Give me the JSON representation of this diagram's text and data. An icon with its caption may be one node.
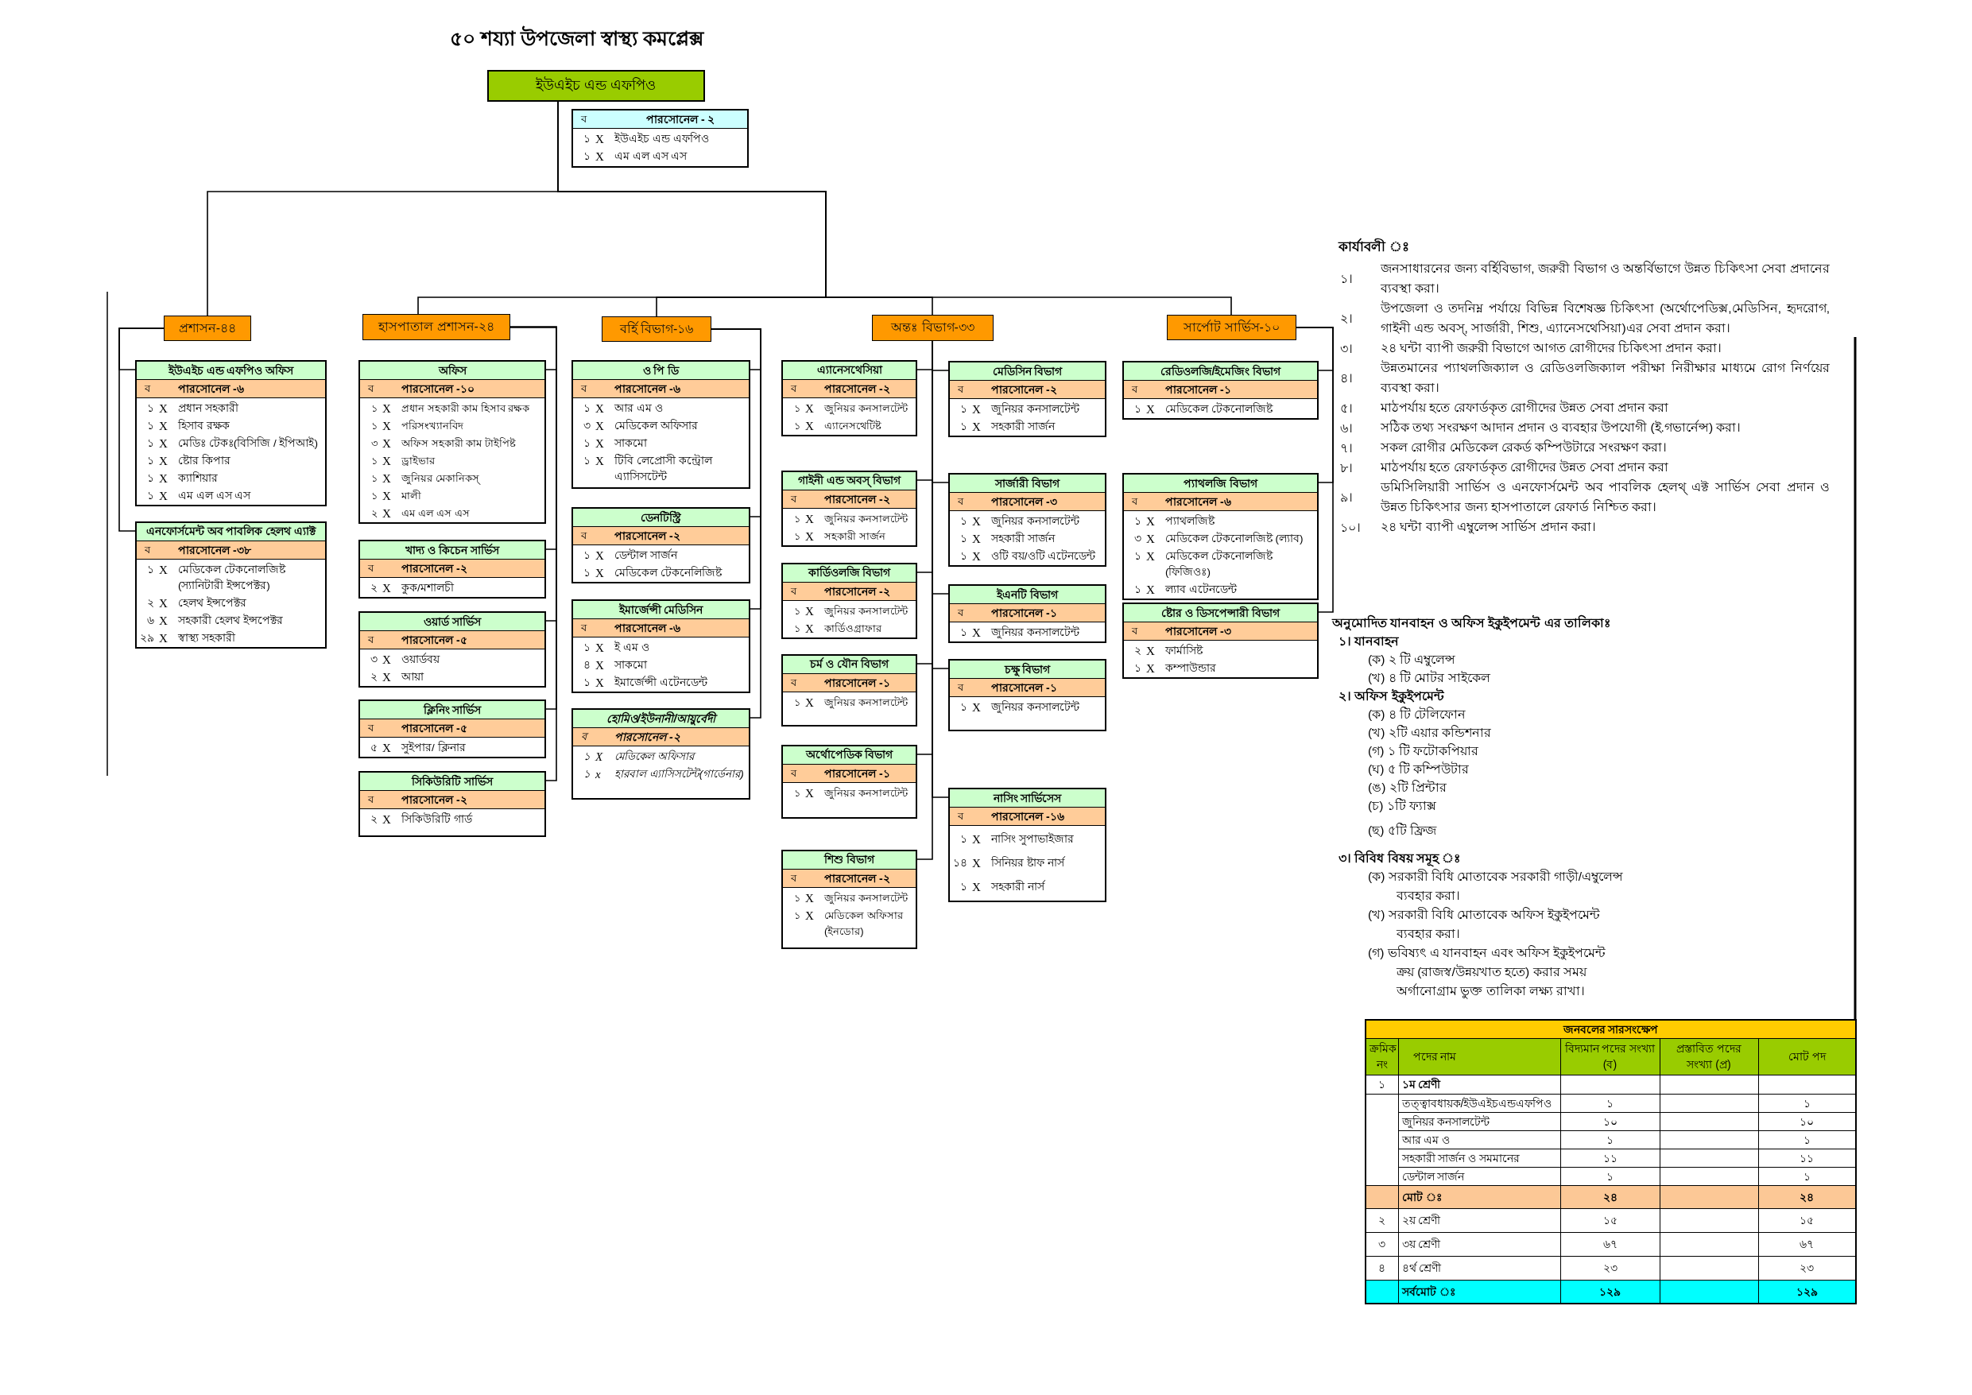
{
  "diagram": {
    "title": "৫০ শয্যা উপজেলা স্বাস্থ্য কমপ্লেক্স",
    "nodes": [
      {
        "text": [
          "ইউএইচ এন্ড এফপিও"
        ]
      },
      {
        "text": [
          "ব",
          "পারসোনেল - ২",
          "১",
          "X",
          "ইউএইচ এন্ড এফপিও",
          "১",
          "X",
          "এম এল এস এস"
        ]
      },
      {
        "text": [
          "প্রশাসন-৪৪"
        ]
      },
      {
        "text": [
          "ইউএইচ এন্ড এফপিও অফিস",
          "ব",
          "পারসোনেল -৬",
          "১",
          "X",
          "প্রধান সহকারী",
          "১",
          "X",
          "হিসাব রক্ষক",
          "১",
          "X",
          "মেডিঃ টেকঃ(বিসিজি / ইপিআই)",
          "১",
          "X",
          "ষ্টোর কিপার",
          "১",
          "X",
          "ক্যাশিয়ার",
          "১",
          "X",
          "এম এল এস এস"
        ]
      },
      {
        "text": [
          "এনফোর্সমেন্ট অব পাবলিক হেলথ এ্যাক্ট",
          "ব",
          "পারসোনেল -৩৮",
          "১",
          "X",
          "মেডিকেল টেকনোলজিষ্ট (স্যানিটারী ইন্সপেক্টর)",
          "২",
          "X",
          "হেলথ ইন্সপেক্টর",
          "৬",
          "X",
          "সহকারী হেলথ ইন্সপেক্টর",
          "২৯",
          "X",
          "স্বাস্থ্য সহকারী"
        ]
      },
      {
        "text": [
          "হাসপাতাল প্রশাসন-২৪"
        ]
      },
      {
        "text": [
          "অফিস",
          "ব",
          "পারসোনেল -১০",
          "১",
          "X",
          "প্রধান সহকারী কাম হিসাব রক্ষক",
          "১",
          "X",
          "পরিসংখ্যানবিদ",
          "৩",
          "X",
          "অফিস সহকারী কাম টাইপিষ্ট",
          "১",
          "X",
          "ড্রাইভার",
          "১",
          "X",
          "জুনিয়র মেকানিকস্",
          "১",
          "X",
          "মালী",
          "২",
          "X",
          "এম এল এস এস"
        ]
      },
      {
        "text": [
          "খাদ্য ও কিচেন সার্ভিস",
          "ব",
          "পারসোনেল -২",
          "২",
          "X",
          "কুক/মশালচী"
        ]
      },
      {
        "text": [
          "ওয়ার্ড সার্ভিস",
          "ব",
          "পারসোনেল -৫",
          "৩",
          "X",
          "ওয়ার্ডবয়",
          "২",
          "X",
          "আয়া"
        ]
      },
      {
        "text": [
          "ক্লিনিং সার্ভিস",
          "ব",
          "পারসোনেল -৫",
          "৫",
          "X",
          "সুইপার/ ক্লিনার"
        ]
      },
      {
        "text": [
          "সিকিউরিটি সার্ভিস",
          "ব",
          "পারসোনেল -২",
          "২",
          "X",
          "সিকিউরিটি গার্ড"
        ]
      },
      {
        "text": [
          "বর্হি বিভাগ-১৬"
        ]
      },
      {
        "text": [
          "ও পি ডি",
          "ব",
          "পারসোনেল -৬",
          "১",
          "X",
          "আর এম ও",
          "৩",
          "X",
          "মেডিকেল অফিসার",
          "১",
          "X",
          "সাকমো",
          "১",
          "X",
          "টিবি লেপ্রোসী কন্ট্রোল এ্যাসিসটেন্ট"
        ]
      },
      {
        "text": [
          "ডেনটিস্ট্রি",
          "ব",
          "পারসোনেল -২",
          "১",
          "X",
          "ডেন্টাল সার্জন",
          "১",
          "X",
          "মেডিকেল টেকনেলিজিষ্ট"
        ]
      },
      {
        "text": [
          "ইমার্জেন্সী মেডিসিন",
          "ব",
          "পারসোনেল -৬",
          "১",
          "X",
          "ই এম ও",
          "৪",
          "X",
          "সাকমো",
          "১",
          "X",
          "ইমার্জেন্সী এটেনডেন্ট"
        ]
      },
      {
        "text": [
          "হোমিও/ইউনানী/আয়ুর্বেদী",
          "ব",
          "পারসোনেল -২",
          "১",
          "X",
          "মেডিকেল অফিসার",
          "১",
          "x",
          "হারবাল এ্যাসিসটেন্ট(গার্ডেনার)"
        ]
      },
      {
        "text": [
          "অন্তঃ বিভাগ-৩৩"
        ]
      },
      {
        "text": [
          "এ্যানেসথেসিয়া",
          "ব",
          "পারসোনেল -২",
          "১",
          "X",
          "জুনিয়র কনসালটেন্ট",
          "১",
          "X",
          "এ্যানেসথেটিষ্ট"
        ]
      },
      {
        "text": [
          "গাইনী এন্ড অবস্ বিভাগ",
          "ব",
          "পারসোনেল -২",
          "১",
          "X",
          "জুনিয়র কনসালটেন্ট",
          "১",
          "X",
          "সহকারী সার্জন"
        ]
      },
      {
        "text": [
          "কার্ডিওলজি বিভাগ",
          "ব",
          "পারসোনেল -২",
          "১",
          "X",
          "জুনিয়র কনসালটেন্ট",
          "১",
          "X",
          "কার্ডিওগ্রাফার"
        ]
      },
      {
        "text": [
          "চর্ম ও যৌন বিভাগ",
          "ব",
          "পারসোনেল -১",
          "১",
          "X",
          "জুনিয়র কনসালটেন্ট"
        ]
      },
      {
        "text": [
          "অর্থোপেডিক বিভাগ",
          "ব",
          "পারসোনেল -১",
          "১",
          "X",
          "জুনিয়র কনসালটেন্ট"
        ]
      },
      {
        "text": [
          "শিশু বিভাগ",
          "ব",
          "পারসোনেল -২",
          "১",
          "X",
          "জুনিয়র কনসালটেন্ট",
          "১",
          "X",
          "মেডিকেল অফিসার (ইনডোর)"
        ]
      },
      {
        "text": [
          "মেডিসিন বিভাগ",
          "ব",
          "পারসোনেল -২",
          "১",
          "X",
          "জুনিয়র কনসালটেন্ট",
          "১",
          "X",
          "সহকারী সার্জন"
        ]
      },
      {
        "text": [
          "সার্জারী বিভাগ",
          "ব",
          "পারসোনেল -৩",
          "১",
          "X",
          "জুনিয়র কনসালটেন্ট",
          "১",
          "X",
          "সহকারী সার্জন",
          "১",
          "X",
          "ওটি বয়/ওটি এটেনডেন্ট"
        ]
      },
      {
        "text": [
          "ইএনটি বিভাগ",
          "ব",
          "পারসোনেল -১",
          "১",
          "X",
          "জুনিয়র কনসালটেন্ট"
        ]
      },
      {
        "text": [
          "চক্ষু বিভাগ",
          "ব",
          "পারসোনেল -১",
          "১",
          "X",
          "জুনিয়র কনসালটেন্ট"
        ]
      },
      {
        "text": [
          "নাসিং সার্ভিসেস",
          "ব",
          "পারসোনেল -১৬",
          "১",
          "X",
          "নাসিং সুপাভাইজার",
          "১৪",
          "X",
          "সিনিয়র ষ্টাফ নার্স",
          "১",
          "X",
          "সহকারী নার্স"
        ]
      },
      {
        "text": [
          "সার্পোট সার্ভিস-১০"
        ]
      },
      {
        "text": [
          "রেডিওলজি/ইমেজিং বিভাগ",
          "ব",
          "পারসোনেল -১",
          "১",
          "X",
          "মেডিকেল টেকনোলজিষ্ট"
        ]
      },
      {
        "text": [
          "প্যাথলজি বিভাগ",
          "ব",
          "পারসোনেল -৬",
          "১",
          "X",
          "প্যাথলজিষ্ট",
          "৩",
          "X",
          "মেডিকেল টেকনোলজিষ্ট (ল্যাব)",
          "১",
          "X",
          "মেডিকেল টেকনোলজিষ্ট (ফিজিওঃ)",
          "১",
          "X",
          "ল্যাব এটেনডেন্ট"
        ]
      },
      {
        "text": [
          "ষ্টোর ও ডিসপেন্সারী বিভাগ",
          "ব",
          "পারসোনেল -৩",
          "২",
          "X",
          "ফার্মাসিষ্ট",
          "১",
          "X",
          "কম্পাউন্ডার"
        ]
      }
    ],
    "edges": [
      {
        "from": 0,
        "to": 2,
        "arrow": "none"
      },
      {
        "from": 0,
        "to": 5,
        "arrow": "none"
      },
      {
        "from": 0,
        "to": 11,
        "arrow": "none"
      },
      {
        "from": 0,
        "to": 16,
        "arrow": "none"
      },
      {
        "from": 0,
        "to": 28,
        "arrow": "none"
      },
      {
        "from": 2,
        "to": 3,
        "arrow": "none"
      },
      {
        "from": 2,
        "to": 4,
        "arrow": "none"
      },
      {
        "from": 5,
        "to": 6,
        "arrow": "none"
      },
      {
        "from": 5,
        "to": 7,
        "arrow": "none"
      },
      {
        "from": 5,
        "to": 8,
        "arrow": "none"
      },
      {
        "from": 5,
        "to": 9,
        "arrow": "none"
      },
      {
        "from": 5,
        "to": 10,
        "arrow": "none"
      },
      {
        "from": 11,
        "to": 12,
        "arrow": "none"
      },
      {
        "from": 11,
        "to": 13,
        "arrow": "none"
      },
      {
        "from": 11,
        "to": 14,
        "arrow": "none"
      },
      {
        "from": 11,
        "to": 15,
        "arrow": "none"
      },
      {
        "from": 16,
        "to": 17,
        "arrow": "none"
      },
      {
        "from": 16,
        "to": 18,
        "arrow": "none"
      },
      {
        "from": 16,
        "to": 19,
        "arrow": "none"
      },
      {
        "from": 16,
        "to": 20,
        "arrow": "none"
      },
      {
        "from": 16,
        "to": 21,
        "arrow": "none"
      },
      {
        "from": 16,
        "to": 22,
        "arrow": "none"
      },
      {
        "from": 16,
        "to": 23,
        "arrow": "none"
      },
      {
        "from": 16,
        "to": 24,
        "arrow": "none"
      },
      {
        "from": 16,
        "to": 25,
        "arrow": "none"
      },
      {
        "from": 16,
        "to": 26,
        "arrow": "none"
      },
      {
        "from": 16,
        "to": 27,
        "arrow": "none"
      },
      {
        "from": 28,
        "to": 29,
        "arrow": "none"
      },
      {
        "from": 28,
        "to": 30,
        "arrow": "none"
      },
      {
        "from": 28,
        "to": 31,
        "arrow": "none"
      }
    ],
    "labels": [
      "কার্যাবলী ঃ",
      "১।",
      "জনসাধারনের জন্য বর্হিবিভাগ, জরুরী বিভাগ ও অন্তর্বিভাগে উন্নত চিকিৎসা সেবা প্রদানের ব্যবস্থা করা।",
      "২।",
      "উপজেলা ও তদনিম্ন পর্যায়ে বিভিন্ন বিশেষজ্ঞ চিকিৎসা (অর্থোপেডিক্স,মেডিসিন, হৃদরোগ, গাইনী এন্ড অবস্, সার্জারী, শিশু, এ্যানেসথেসিয়া)এর সেবা প্রদান করা।",
      "৩।",
      "২৪ ঘন্টা ব্যাপী জরুরী বিভাগে আগত রোগীদের চিকিৎসা প্রদান করা।",
      "৪।",
      "উন্নতমানের প্যাথলজিক্যাল ও রেডিওলজিক্যাল পরীক্ষা নিরীক্ষার মাধ্যমে রোগ নির্ণয়ের ব্যবস্থা করা।",
      "৫।",
      "মাঠপর্যায় হতে রেফার্ডকৃত রোগীদের উন্নত সেবা প্রদান করা",
      "৬।",
      "সঠিক তথ্য সংরক্ষণ আদান প্রদান ও ব্যবহার উপযোগী (ই.গভার্নেন্স) করা।",
      "৭।",
      "সকল রোগীর মেডিকেল রেকর্ড কম্পিউটারে সংরক্ষণ করা।",
      "৮।",
      "মাঠপর্যায় হতে রেফার্ডকৃত রোগীদের উন্নত সেবা প্রদান করা",
      "৯।",
      "ডমিসিলিয়ারী সার্ভিস ও এনফোর্সমেন্ট অব পাবলিক হেলথ্ এক্ট সার্ভিস সেবা প্রদান ও উন্নত চিকিৎসার জন্য হাসপাতালে রেফার্ড নিশ্চিত করা।",
      "১০।",
      "২৪ ঘন্টা ব্যাপী এম্বুলেন্স সার্ভিস প্রদান করা।",
      "অনুমোদিত যানবাহন ও অফিস ইকুইপমেন্ট এর তালিকাঃ",
      "১। যানবাহন",
      "(ক) ২ টি এম্বুলেন্স",
      "(খ) ৪ টি মোটর সাইকেল",
      "২। অফিস ইকুইপমেন্ট",
      "(ক) ৪ টি টেলিফোন",
      "(খ) ২টি এয়ার কন্ডিশনার",
      "(গ) ১ টি ফটোকপিয়ার",
      "(ঘ) ৫ টি কম্পিউটার",
      "(ঙ) ২টি প্রিন্টার",
      "(চ) ১টি ফ্যাক্স",
      "(ছ) ৫টি ফ্রিজ",
      "৩। বিবিধ বিষয় সমূহ ঃ",
      "(ক) সরকারী বিধি মোতাবেক সরকারী গাড়ী/এম্বুলেন্স ব্যবহার করা।",
      "(খ) সরকারী বিধি মোতাবেক অফিস ইকুইপমেন্ট ব্যবহার করা।",
      "(গ) ভবিষ্যৎ এ যানবাহন এবং অফিস ইকুইপমেন্ট ক্রয় (রাজস্ব/উন্নয়খাত হতে) করার সময় অর্গানোগ্রাম ভুক্ত তালিকা লক্ষ্য রাখা।",
      "জনবলের সারসংক্ষেপ",
      "ক্রমিক নং",
      "পদের নাম",
      "বিদ্যমান পদের সংখ্যা (ব)",
      "প্রস্তাবিত পদের সংখ্যা (প্র)",
      "মোট পদ",
      "১",
      "১ম শ্রেণী",
      "তত্ত্বাবধায়ক/ইউএইচএন্ডএফপিও",
      "১",
      "১",
      "জুনিয়র কনসালটেন্ট",
      "১০",
      "১০",
      "আর এম ও",
      "১",
      "১",
      "সহকারী সার্জন ও সমমানের",
      "১১",
      "১১",
      "ডেন্টাল সার্জন",
      "১",
      "১",
      "মোট ঃ",
      "২৪",
      "২৪",
      "২",
      "২য় শ্রেণী",
      "১৫",
      "১৫",
      "৩",
      "৩য় শ্রেণী",
      "৬৭",
      "৬৭",
      "৪",
      "৪র্থ শ্রেণী",
      "২৩",
      "২৩",
      "সর্বমোট ঃ",
      "১২৯",
      "১২৯"
    ]
  }
}
